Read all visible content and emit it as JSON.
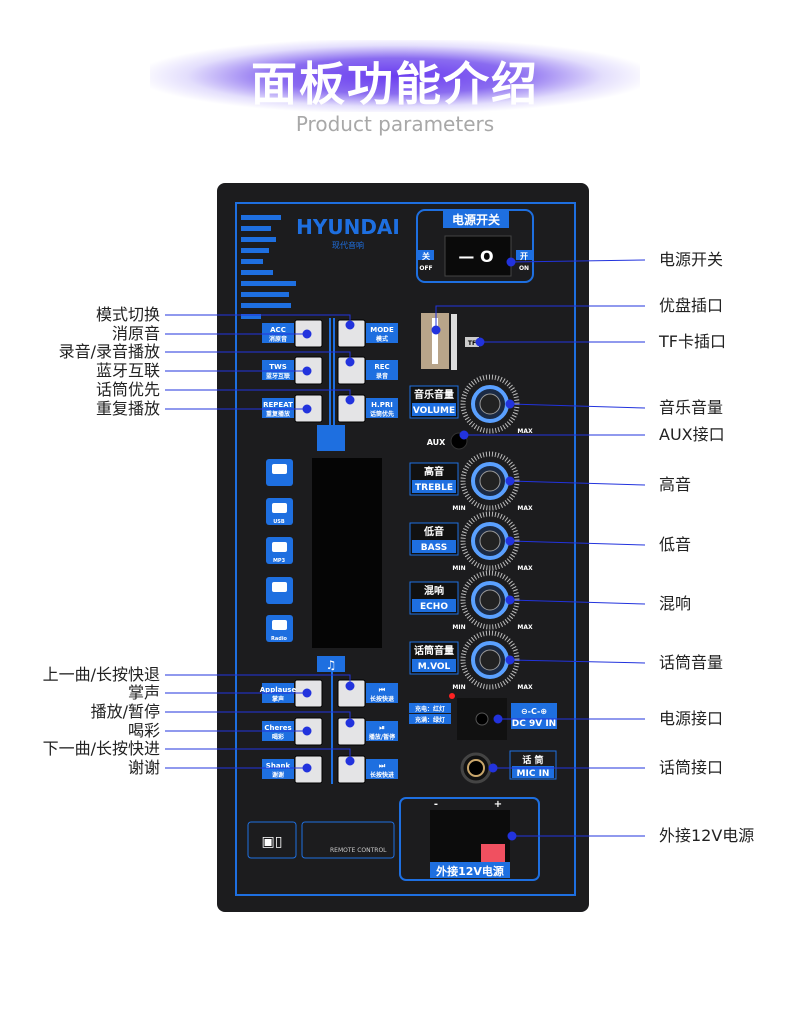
{
  "header": {
    "title": "面板功能介绍",
    "subtitle": "Product parameters"
  },
  "brand": {
    "name": "HYUNDAI",
    "sub": "现代音响"
  },
  "colors": {
    "accent": "#1e6fe0",
    "panel": "#1c1c1e",
    "line": "#2233dd"
  },
  "left_labels": [
    "模式切换",
    "消原音",
    "录音/录音播放",
    "蓝牙互联",
    "话筒优先",
    "重复播放",
    "上一曲/长按快退",
    "掌声",
    "播放/暂停",
    "喝彩",
    "下一曲/长按快进",
    "谢谢"
  ],
  "right_labels": [
    "电源开关",
    "优盘插口",
    "TF卡插口",
    "音乐音量",
    "AUX接口",
    "高音",
    "低音",
    "混响",
    "话筒音量",
    "电源接口",
    "话筒接口",
    "外接12V电源"
  ],
  "panel": {
    "power": {
      "title": "电源开关",
      "off_cn": "关",
      "off": "OFF",
      "on_cn": "开",
      "on": "ON",
      "symbol": "— O"
    },
    "tf": "TF",
    "buttons_top": [
      {
        "en": "ACC",
        "cn": "消原音"
      },
      {
        "en": "MODE",
        "cn": "模式"
      },
      {
        "en": "TWS",
        "cn": "蓝牙互联"
      },
      {
        "en": "REC",
        "cn": "录音"
      },
      {
        "en": "REPEAT",
        "cn": "重复播放"
      },
      {
        "en": "H.PRI",
        "cn": "话筒优先"
      }
    ],
    "buttons_bottom": [
      {
        "en": "Applause",
        "cn": "掌声"
      },
      {
        "en": "⏮",
        "cn": "长按快退"
      },
      {
        "en": "Cheres",
        "cn": "喝彩"
      },
      {
        "en": "⏯",
        "cn": "播放/暂停"
      },
      {
        "en": "Shank",
        "cn": "谢谢"
      },
      {
        "en": "⏭",
        "cn": "长按快进"
      }
    ],
    "modes": [
      "USB",
      "MP3",
      "Radio"
    ],
    "knobs": [
      {
        "cn": "音乐音量",
        "en": "VOLUME"
      },
      {
        "cn": "高音",
        "en": "TREBLE"
      },
      {
        "cn": "低音",
        "en": "BASS"
      },
      {
        "cn": "混响",
        "en": "ECHO"
      },
      {
        "cn": "话筒音量",
        "en": "M.VOL"
      }
    ],
    "min": "MIN",
    "max": "MAX",
    "aux": "AUX",
    "charge": [
      "充电：红灯",
      "充满：绿灯"
    ],
    "dc": "DC 9V IN",
    "dc_symbol": "⊖-C-⊕",
    "mic": {
      "cn": "话 筒",
      "en": "MIC IN"
    },
    "ext": {
      "label": "外接12V电源",
      "minus": "-",
      "plus": "+"
    },
    "remote": "REMOTE CONTROL"
  }
}
